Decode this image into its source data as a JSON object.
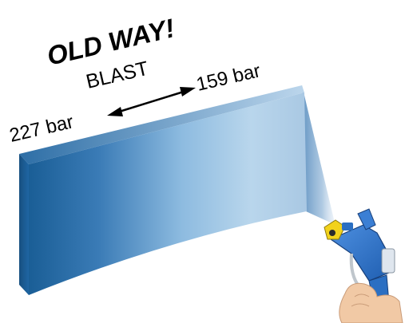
{
  "headline": "OLD WAY!",
  "method_label": "BLAST",
  "pressure_high": "227 bar",
  "pressure_low": "159 bar",
  "colors": {
    "spray_dark": "#1a5e96",
    "spray_mid": "#5f9bd0",
    "spray_light": "#b9d6ec",
    "spray_fade": "#dde9f4",
    "gun_blue": "#2b6fc2",
    "nozzle_yellow": "#f2d21b",
    "hand": "#f1c9a5",
    "text": "#000000"
  },
  "icons": {
    "arrow": "double-headed-arrow",
    "gun": "spray-gun-icon",
    "hand": "hand-icon"
  }
}
